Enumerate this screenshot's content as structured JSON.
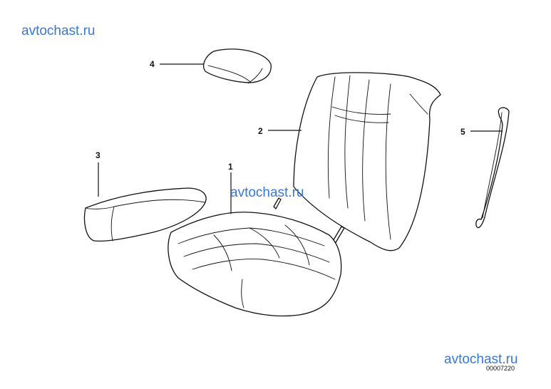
{
  "watermark": {
    "text": "avtochast.ru",
    "color": "#3a78d6"
  },
  "diagram_code": "00007220",
  "callouts": [
    {
      "number": "1",
      "part": "seat-cushion"
    },
    {
      "number": "2",
      "part": "seat-backrest"
    },
    {
      "number": "3",
      "part": "armrest-pad"
    },
    {
      "number": "4",
      "part": "headrest-cover"
    },
    {
      "number": "5",
      "part": "wire-hook"
    }
  ]
}
